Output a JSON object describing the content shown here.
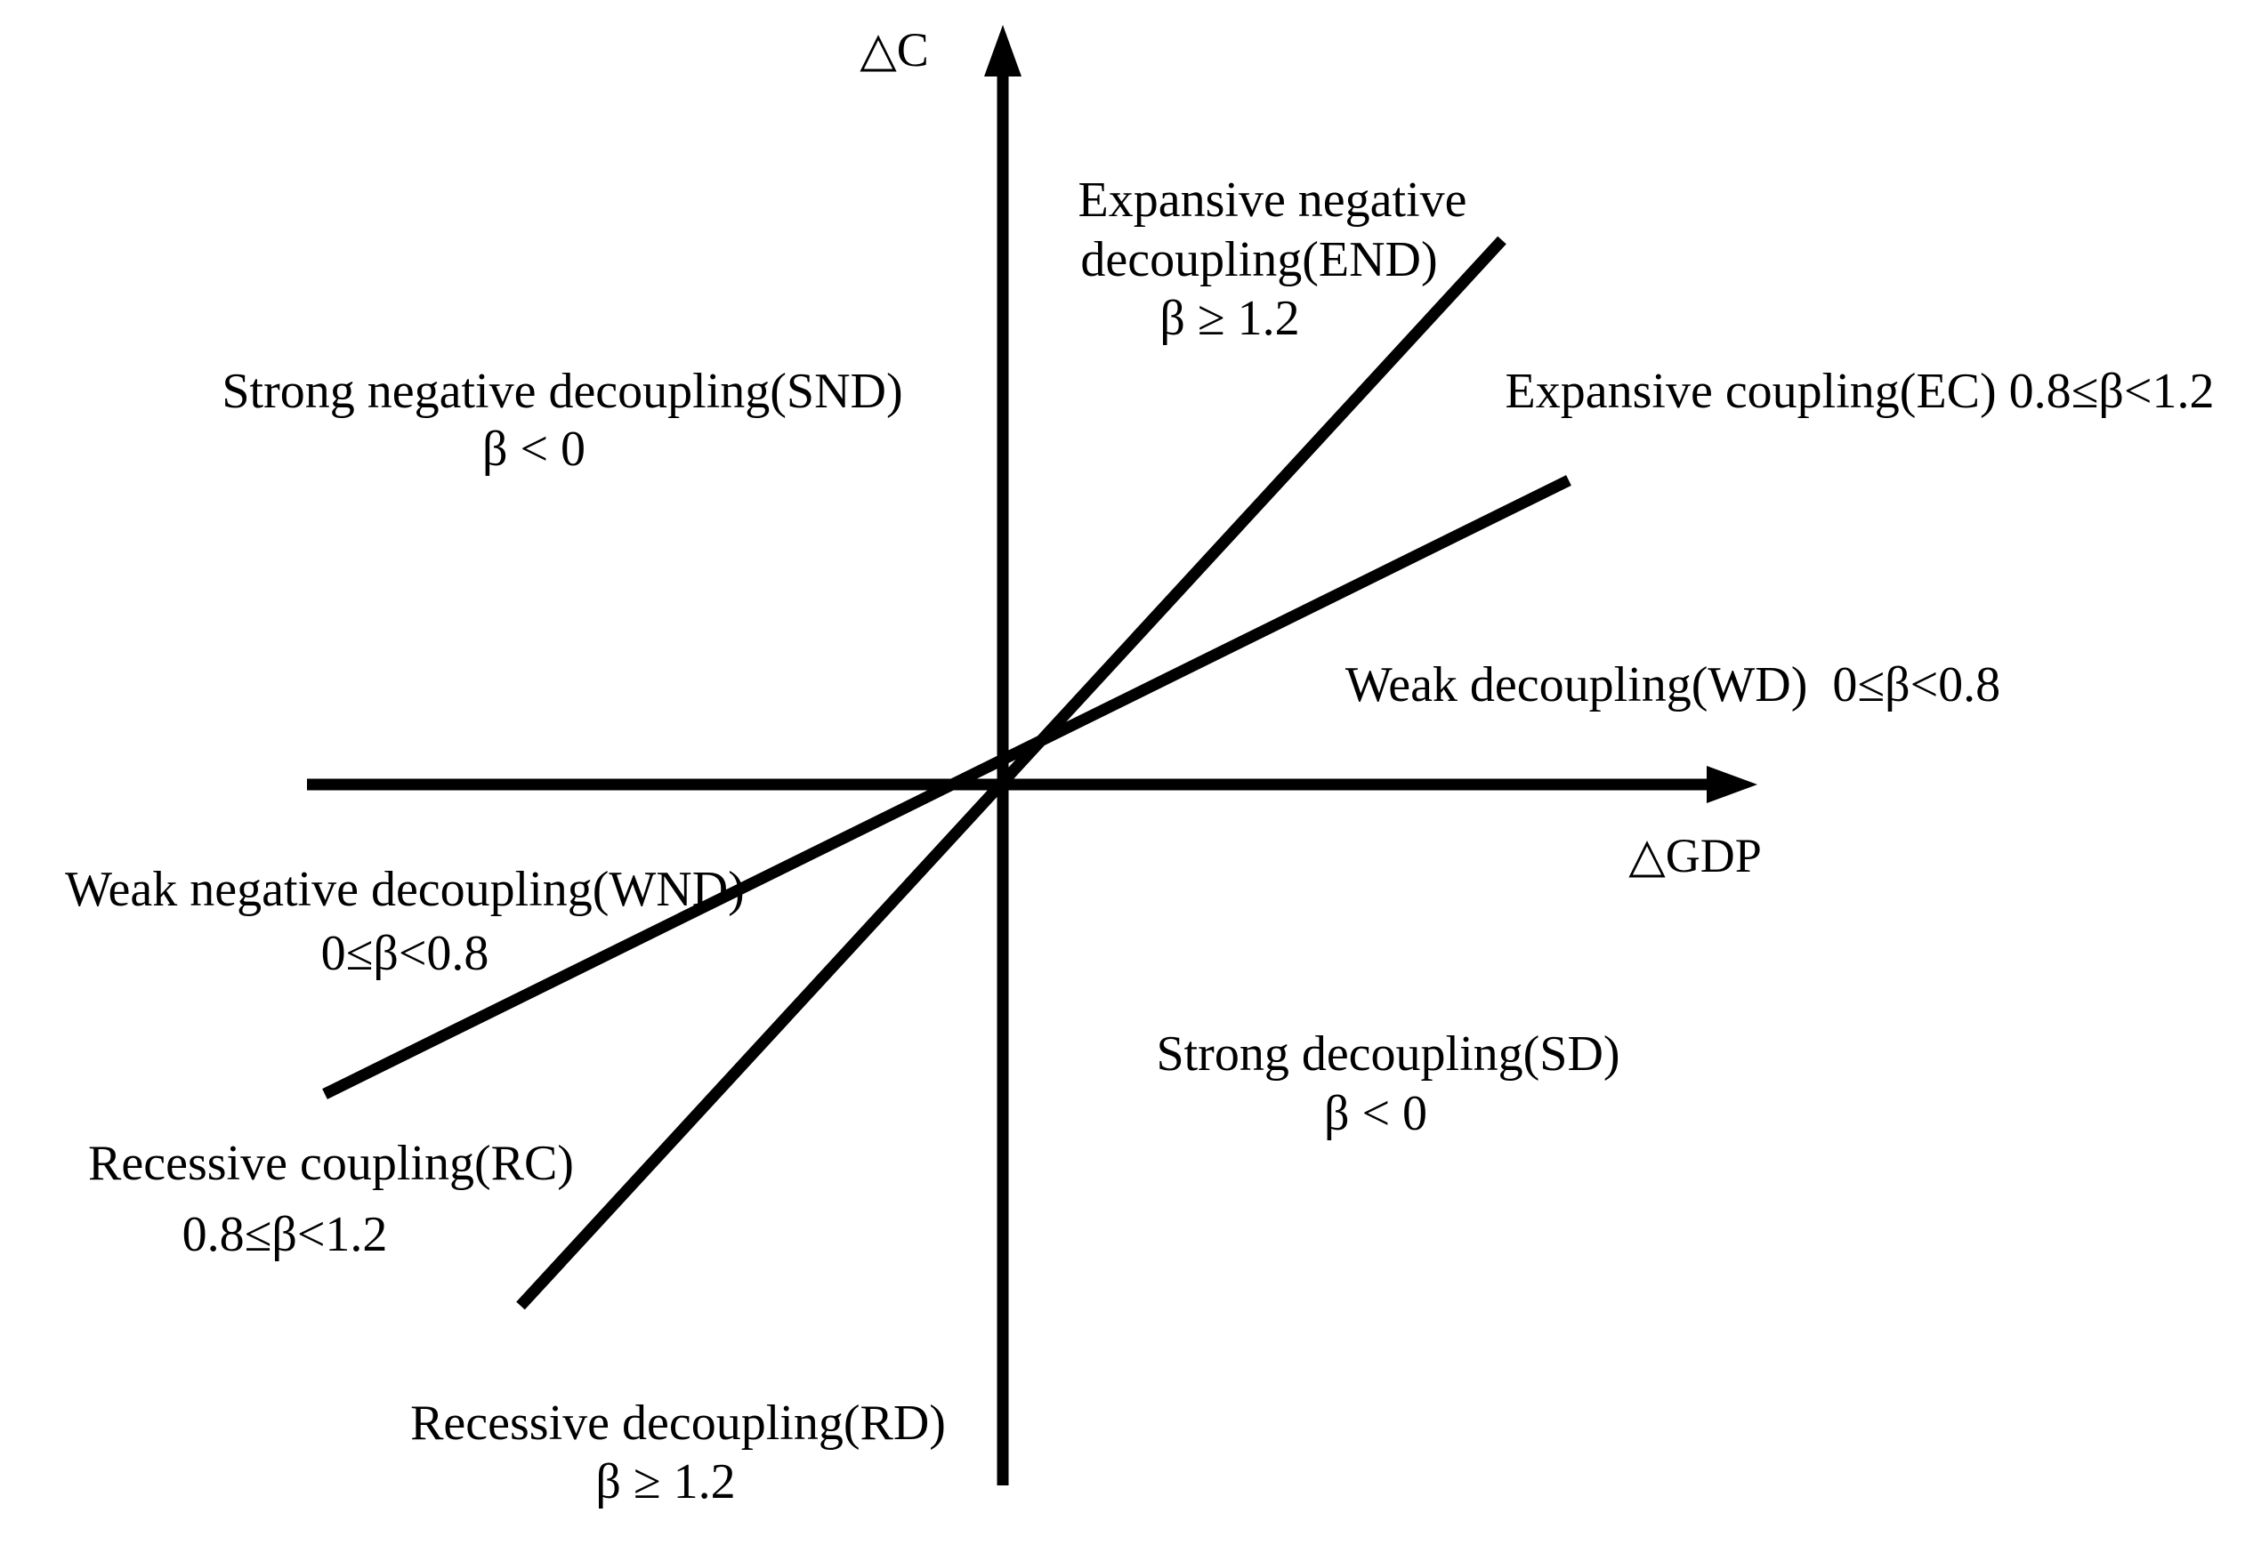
{
  "colors": {
    "line": "#000000",
    "text": "#000000",
    "background": "#ffffff"
  },
  "axes": {
    "y_label": "△C",
    "x_label": "△GDP"
  },
  "regions": {
    "END": {
      "full_label": "Expansive negative decoupling(END)",
      "beta_condition": "β ≥ 1.2",
      "display_lines": [
        "Expansive negative",
        "decoupling(END)",
        "β ≥ 1.2"
      ]
    },
    "EC": {
      "full_label": "Expansive coupling(EC)",
      "beta_condition": "0.8≤β<1.2",
      "display_lines": [
        "Expansive coupling(EC) 0.8≤β<1.2"
      ]
    },
    "WD": {
      "full_label": "Weak decoupling(WD)",
      "beta_condition": "0≤β<0.8",
      "display_lines": [
        "Weak decoupling(WD)  0≤β<0.8"
      ]
    },
    "SD": {
      "full_label": "Strong decoupling(SD)",
      "beta_condition": "β < 0",
      "display_lines": [
        "Strong decoupling(SD)",
        "β < 0"
      ]
    },
    "RD": {
      "full_label": "Recessive decoupling(RD)",
      "beta_condition": "β ≥ 1.2",
      "display_lines": [
        "Recessive decoupling(RD)",
        "β ≥ 1.2"
      ]
    },
    "RC": {
      "full_label": "Recessive coupling(RC)",
      "beta_condition": "0.8≤β<1.2",
      "display_lines": [
        "Recessive coupling(RC)",
        "0.8≤β<1.2"
      ]
    },
    "WND": {
      "full_label": "Weak negative decoupling(WND)",
      "beta_condition": "0≤β<0.8",
      "display_lines": [
        "Weak negative decoupling(WND)",
        "0≤β<0.8"
      ]
    },
    "SND": {
      "full_label": "Strong negative decoupling(SND)",
      "beta_condition": "β < 0",
      "display_lines": [
        "Strong negative decoupling(SND)",
        "β < 0"
      ]
    }
  }
}
